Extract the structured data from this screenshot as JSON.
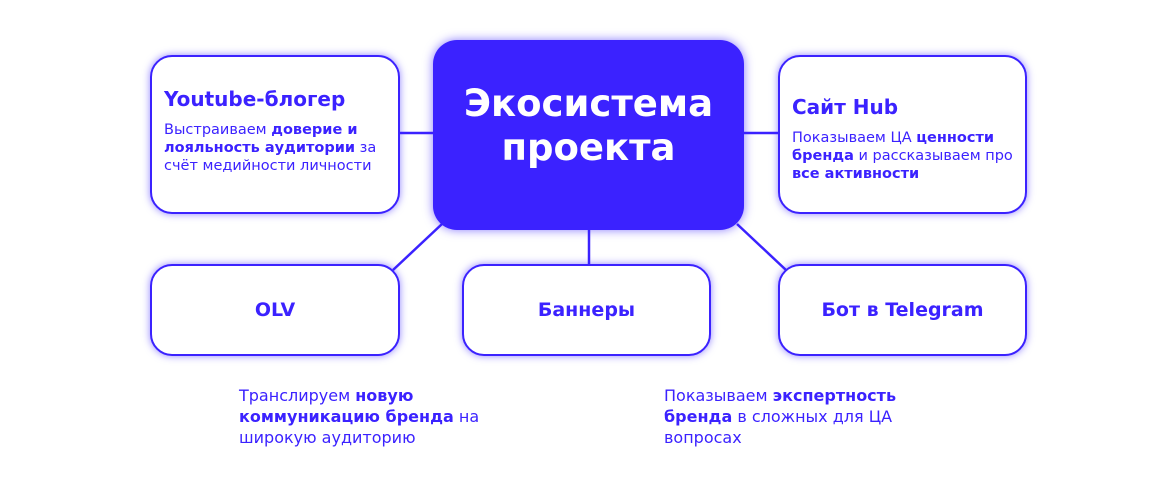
{
  "center": {
    "line1": "Экосистема",
    "line2": "проекта"
  },
  "youtube": {
    "title": "Youtube-блогер",
    "desc": [
      {
        "t": "Выстраиваем ",
        "b": false
      },
      {
        "t": "доверие и лояльность аудитории",
        "b": true
      },
      {
        "t": " за счёт медийности личности",
        "b": false
      }
    ]
  },
  "hub": {
    "title": "Сайт Hub",
    "desc": [
      {
        "t": "Показываем ЦА ",
        "b": false
      },
      {
        "t": "ценности бренда",
        "b": true
      },
      {
        "t": " и рассказываем про ",
        "b": false
      },
      {
        "t": "все активности",
        "b": true
      }
    ]
  },
  "olv": {
    "title": "OLV"
  },
  "banners": {
    "title": "Баннеры"
  },
  "telegram": {
    "title": "Бот в Telegram"
  },
  "caption_left": [
    {
      "t": "Транслируем ",
      "b": false
    },
    {
      "t": "новую коммуникацию бренда",
      "b": true
    },
    {
      "t": " на широкую аудиторию",
      "b": false
    }
  ],
  "caption_right": [
    {
      "t": "Показываем ",
      "b": false
    },
    {
      "t": "экспертность бренда",
      "b": true
    },
    {
      "t": " в сложных для ЦА вопросах",
      "b": false
    }
  ],
  "colors": {
    "accent": "#3b22ff"
  }
}
